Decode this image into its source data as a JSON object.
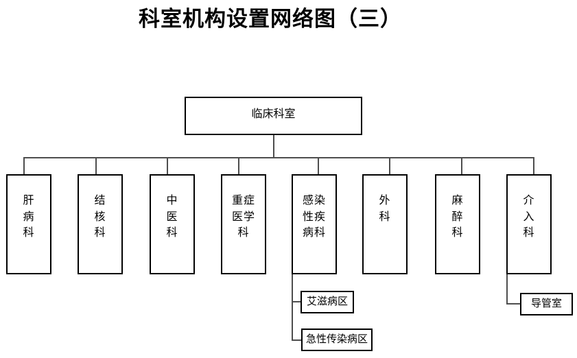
{
  "title": "科室机构设置网络图（三）",
  "root": {
    "label": "临床科室"
  },
  "departments": [
    {
      "label": "肝\n病\n科"
    },
    {
      "label": "结\n核\n科"
    },
    {
      "label": "中\n医\n科"
    },
    {
      "label": "重症\n医学\n科"
    },
    {
      "label": "感染\n性疾\n病科"
    },
    {
      "label": "外\n科"
    },
    {
      "label": "麻\n醉\n科"
    },
    {
      "label": "介\n入\n科"
    }
  ],
  "sub_departments": {
    "infectious_disease": [
      {
        "label": "艾滋病区"
      },
      {
        "label": "急性传染病区"
      }
    ],
    "interventional": [
      {
        "label": "导管室"
      }
    ]
  },
  "colors": {
    "background": "#ffffff",
    "box_border": "#000000",
    "connector": "#4d4d4d",
    "text": "#000000"
  }
}
